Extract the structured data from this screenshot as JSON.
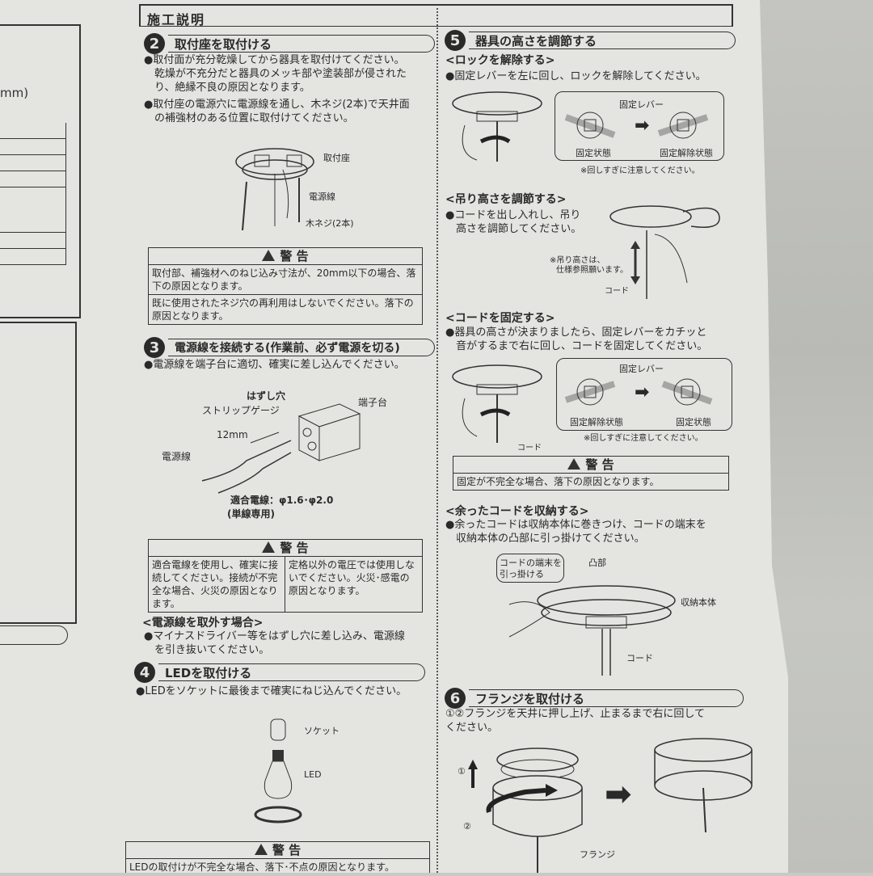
{
  "document": {
    "section_title": "施工説明",
    "left_page": {
      "unit_label": "mm)"
    },
    "steps": [
      {
        "number": "2",
        "title": "取付座を取付ける",
        "bullets": [
          "取付面が充分乾燥してから器具を取付けてください。",
          "乾燥が不充分だと器具のメッキ部や塗装部が侵された",
          "り、絶縁不良の原因となります。",
          "取付座の電源穴に電源線を通し、木ネジ(2本)で天井面",
          "の補強材のある位置に取付けてください。"
        ],
        "figure_labels": {
          "base": "取付座",
          "power_wire": "電源線",
          "wood_screw": "木ネジ(2本)"
        },
        "warning": {
          "heading": "警 告",
          "rows": [
            "取付部、補強材へのねじ込み寸法が、20mm以下の場合、落下の原因となります。",
            "既に使用されたネジ穴の再利用はしないでください。落下の原因となります。"
          ]
        }
      },
      {
        "number": "3",
        "title": "電源線を接続する(作業前、必ず電源を切る)",
        "bullets": [
          "電源線を端子台に適切、確実に差し込んでください。"
        ],
        "figure_labels": {
          "release_hole": "はずし穴",
          "strip_gauge": "ストリップゲージ",
          "terminal_block": "端子台",
          "strip_length": "12mm",
          "power_wire": "電源線",
          "compatible_wire": "適合電線：φ1.6･φ2.0",
          "solid_only": "(単線専用)"
        },
        "warning": {
          "heading": "警 告",
          "cells": [
            "適合電線を使用し、確実に接続してください。接続が不完全な場合、火災の原因となります。",
            "定格以外の電圧では使用しないでください。火災･感電の原因となります。"
          ]
        },
        "removal": {
          "heading": "<電源線を取外す場合>",
          "bullets": [
            "マイナスドライバー等をはずし穴に差し込み、電源線",
            "を引き抜いてください。"
          ]
        }
      },
      {
        "number": "4",
        "title": "LEDを取付ける",
        "bullets": [
          "LEDをソケットに最後まで確実にねじ込んでください。"
        ],
        "figure_labels": {
          "socket": "ソケット",
          "led": "LED"
        },
        "warning": {
          "heading": "警 告",
          "rows": [
            "LEDの取付けが不完全な場合、落下･不点の原因となります。"
          ]
        }
      },
      {
        "number": "5",
        "title": "器具の高さを調節する",
        "subsections": [
          {
            "heading": "<ロックを解除する>",
            "bullets": [
              "固定レバーを左に回し、ロックを解除してください。"
            ],
            "figure_labels": {
              "lever": "固定レバー",
              "state_from": "固定状態",
              "state_to": "固定解除状態",
              "note": "※回しすぎに注意してください。"
            }
          },
          {
            "heading": "<吊り高さを調節する>",
            "bullets": [
              "コードを出し入れし、吊り",
              "高さを調節してください。"
            ],
            "figure_labels": {
              "height_note_1": "※吊り高さは、",
              "height_note_2": "仕様参照願います。",
              "cord": "コード"
            }
          },
          {
            "heading": "<コードを固定する>",
            "bullets": [
              "器具の高さが決まりましたら、固定レバーをカチッと",
              "音がするまで右に回し、コードを固定してください。"
            ],
            "figure_labels": {
              "lever": "固定レバー",
              "state_from": "固定解除状態",
              "state_to": "固定状態",
              "note": "※回しすぎに注意してください。",
              "cord": "コード"
            },
            "warning": {
              "heading": "警 告",
              "rows": [
                "固定が不完全な場合、落下の原因となります。"
              ]
            }
          },
          {
            "heading": "<余ったコードを収納する>",
            "bullets": [
              "余ったコードは収納本体に巻きつけ、コードの端末を",
              "収納本体の凸部に引っ掛けてください。"
            ],
            "figure_labels": {
              "callout_1": "コードの端末を",
              "callout_2": "引っ掛ける",
              "protrusion": "凸部",
              "storage_body": "収納本体",
              "cord": "コード"
            }
          }
        ]
      },
      {
        "number": "6",
        "title": "フランジを取付ける",
        "bullets": [
          "①②フランジを天井に押し上げ、止まるまで右に回して",
          "ください。"
        ],
        "figure_labels": {
          "step1": "①",
          "step2": "②",
          "flange": "フランジ"
        }
      }
    ]
  }
}
